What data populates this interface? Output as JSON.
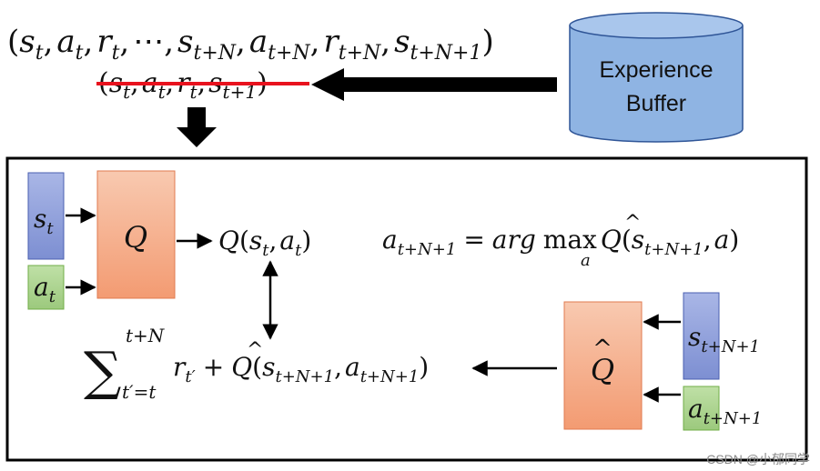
{
  "transition_n_step": {
    "paren_open": "(",
    "s": "s",
    "s_sub": "t",
    "c1": ",",
    "a": "a",
    "a_sub": "t",
    "c2": ",",
    "r": "r",
    "r_sub": "t",
    "c3": ",",
    "dots": "⋯",
    "c4": ",",
    "s2": "s",
    "s2_sub": "t+N",
    "c5": ",",
    "a2": "a",
    "a2_sub": "t+N",
    "c6": ",",
    "r2": "r",
    "r2_sub": "t+N",
    "c7": ",",
    "s3": "s",
    "s3_sub": "t+N+1",
    "paren_close": ")"
  },
  "transition_one_step": {
    "paren_open": "(",
    "s": "s",
    "s_sub": "t",
    "c1": ",",
    "a": "a",
    "a_sub": "t",
    "c2": ",",
    "r": "r",
    "r_sub": "t",
    "c3": ",",
    "s2": "s",
    "s2_sub": "t+1",
    "paren_close": ")"
  },
  "experience_buffer": {
    "line1": "Experience",
    "line2": "Buffer"
  },
  "inputs_top": {
    "s": "s",
    "s_sub": "t",
    "a": "a",
    "a_sub": "t"
  },
  "q_network": {
    "label": "Q"
  },
  "q_output": {
    "Q": "Q",
    "paren_open": "(",
    "s": "s",
    "s_sub": "t",
    "comma": ",",
    "a": "a",
    "a_sub": "t",
    "paren_close": ")"
  },
  "argmax_formula": {
    "a": "a",
    "a_sub": "t+N+1",
    "eq": "=",
    "arg": "arg",
    "max": "max",
    "max_sub": "a",
    "Qhat": "Q",
    "hat": "^",
    "paren_open": "(",
    "s": "s",
    "s_sub": "t+N+1",
    "comma": ",",
    "a2": "a",
    "paren_close": ")"
  },
  "target_formula": {
    "sum": "∑",
    "sum_sup": "t+N",
    "sum_sub": "t′=t",
    "r": "r",
    "r_sub": "t′",
    "plus": "+",
    "Qhat": "Q",
    "hat": "^",
    "paren_open": "(",
    "s": "s",
    "s_sub": "t+N+1",
    "comma": ",",
    "a": "a",
    "a_sub": "t+N+1",
    "paren_close": ")"
  },
  "target_network": {
    "label": "Q",
    "hat": "^"
  },
  "inputs_bottom": {
    "s": "s",
    "s_sub": "t+N+1",
    "a": "a",
    "a_sub": "t+N+1"
  },
  "watermark": {
    "text": "CSDN @小郁同学"
  },
  "colors": {
    "strike": "#e8121e",
    "buffer_fill": "#8fb4e3",
    "buffer_stroke": "#2f5597",
    "q_fill": "#f4a582",
    "q_fill_top": "#f8c9b0",
    "q_stroke": "#e07b50",
    "state_fill": "#8b9bd6",
    "state_stroke": "#4a5fb0",
    "action_fill": "#a9d18e",
    "action_stroke": "#70ad47"
  }
}
